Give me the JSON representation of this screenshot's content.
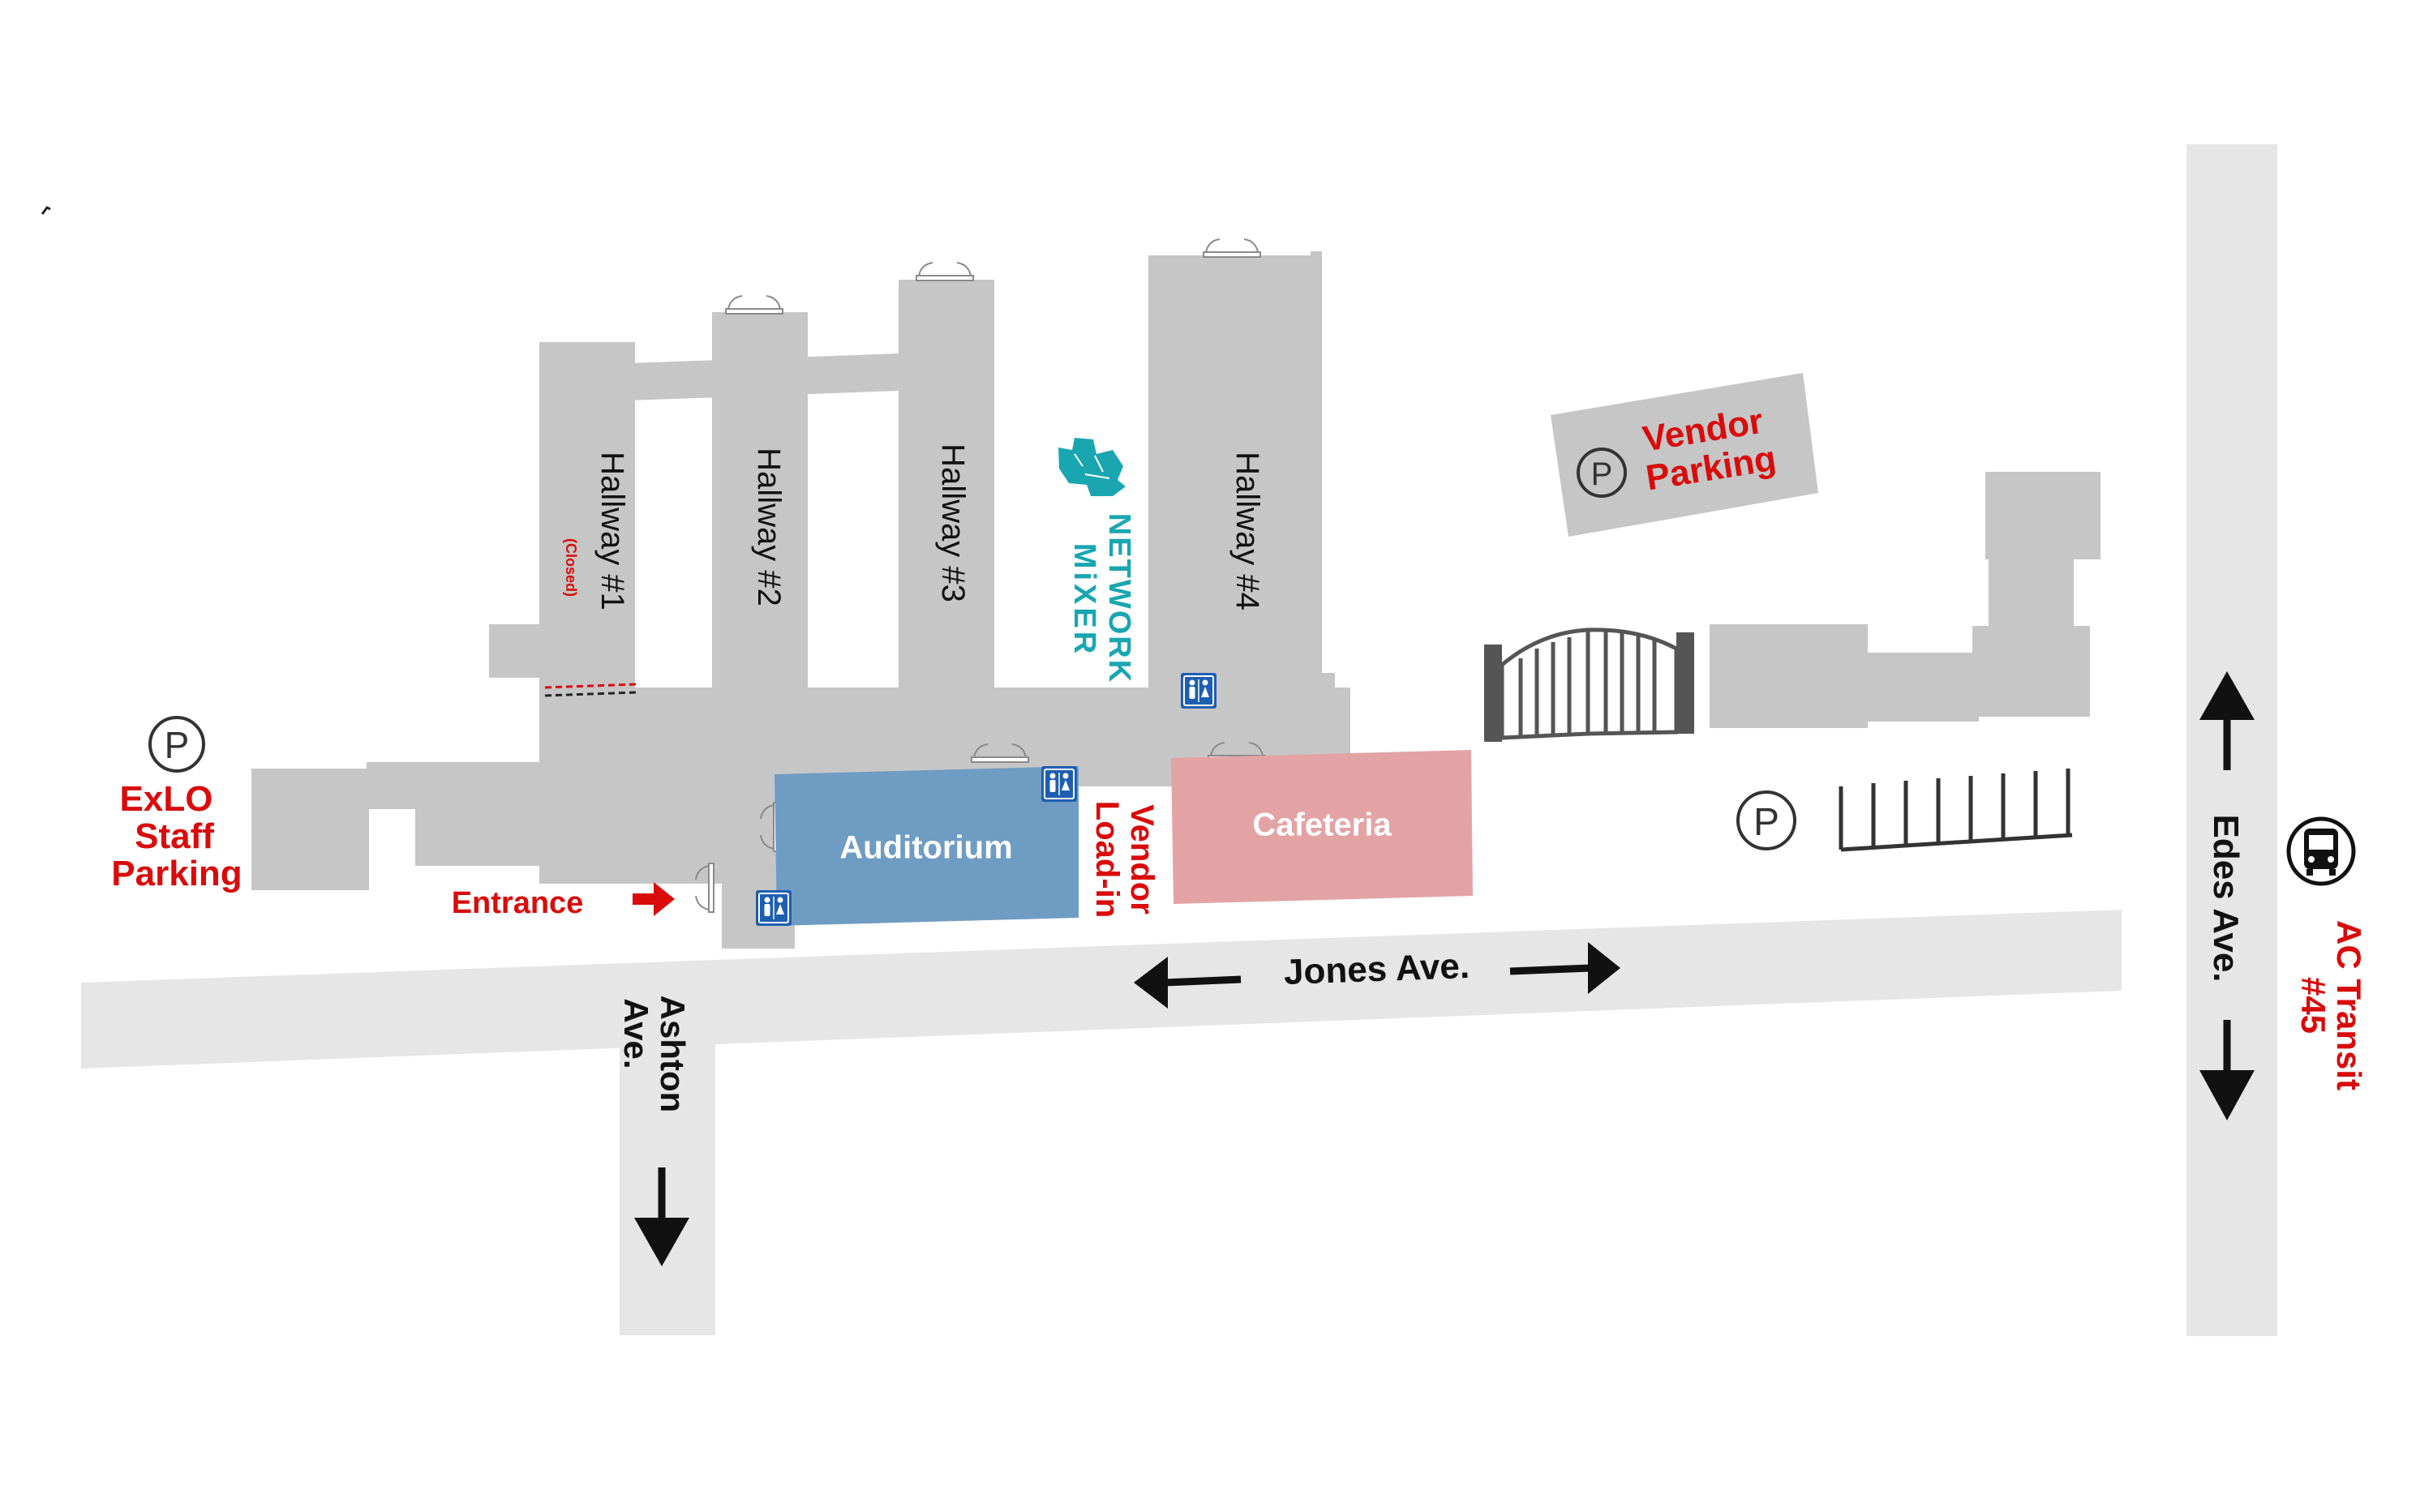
{
  "map": {
    "hallways": [
      {
        "label": "Hallway #1",
        "note": "(Closed)"
      },
      {
        "label": "Hallway #2"
      },
      {
        "label": "Hallway #3"
      },
      {
        "label": "Hallway #4"
      }
    ],
    "rooms": {
      "auditorium": "Auditorium",
      "cafeteria": "Cafeteria"
    },
    "logo": {
      "line1": "NETWORK",
      "line2": "MiXER"
    },
    "labels": {
      "vendor_parking_line1": "Vendor",
      "vendor_parking_line2": "Parking",
      "staff_parking_line1": "ExLO",
      "staff_parking_line2": "Staff",
      "staff_parking_line3": "Parking",
      "entrance": "Entrance",
      "vendor_loadin_line1": "Vendor",
      "vendor_loadin_line2": "Load-in",
      "transit_line1": "AC Transit",
      "transit_line2": "#45"
    },
    "streets": {
      "jones": "Jones Ave.",
      "ashton_line1": "Ashton",
      "ashton_line2": "Ave.",
      "edes": "Edes Ave."
    },
    "icons": {
      "parking": "P",
      "transit": "bus-icon",
      "restroom": "restroom-icon"
    },
    "colors": {
      "building": "#c6c6c6",
      "road": "#e6e6e6",
      "auditorium": "#6f9cc3",
      "cafeteria": "#e3a3a5",
      "label_red": "#d90b0b",
      "logo_teal": "#1aa6b0",
      "restroom_blue": "#1d5fb0"
    }
  }
}
